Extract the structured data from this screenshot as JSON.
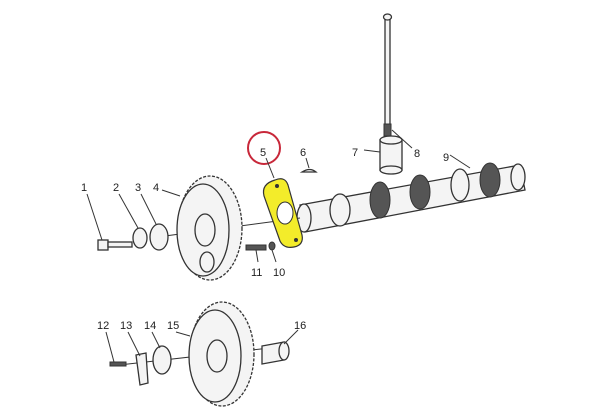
{
  "diagram": {
    "type": "exploded-parts-drawing",
    "highlighted_part": "5",
    "colors": {
      "highlight": "#f3ec2a",
      "marker": "#c8283a",
      "line": "#333333"
    },
    "labels": [
      "1",
      "2",
      "3",
      "4",
      "5",
      "6",
      "7",
      "8",
      "9",
      "10",
      "11",
      "12",
      "13",
      "14",
      "15",
      "16"
    ]
  }
}
